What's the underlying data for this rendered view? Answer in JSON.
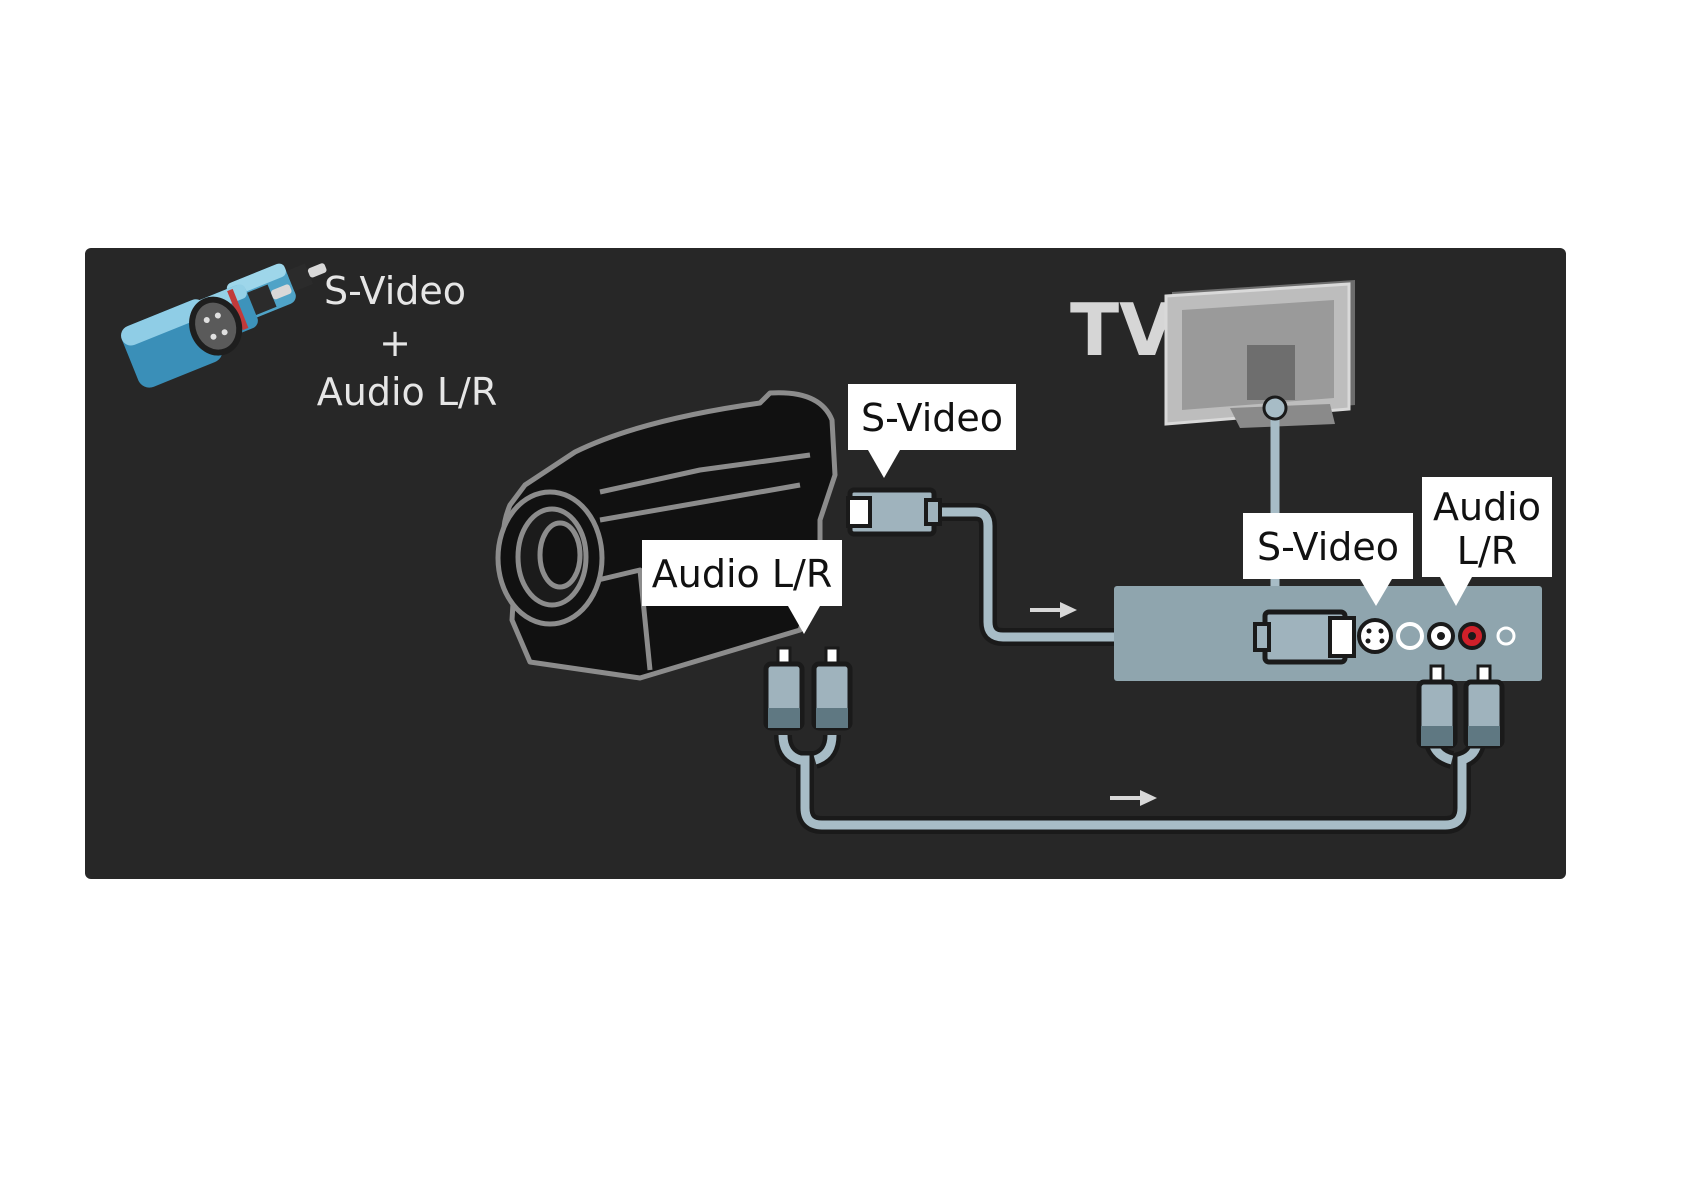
{
  "diagram": {
    "legend": {
      "line1": "S-Video",
      "line2": "+",
      "line3": "Audio L/R"
    },
    "tv_label": "TV",
    "camcorder": {
      "svideo_label": "S-Video",
      "audio_label": "Audio L/R"
    },
    "tv_panel": {
      "svideo_label": "S-Video",
      "audio_label_line1": "Audio",
      "audio_label_line2": "L/R"
    },
    "colors": {
      "panel_bg": "#272727",
      "cable": "#a7bcc6",
      "connector": "#9fb3bd",
      "tv_panel": "#8fa5ae",
      "label_bg": "#ffffff",
      "label_text": "#111111",
      "audio_red": "#d0202a"
    },
    "icons": [
      "svideo-audio-plugs-icon",
      "camcorder-icon",
      "tv-icon",
      "arrow-right-icon"
    ]
  }
}
